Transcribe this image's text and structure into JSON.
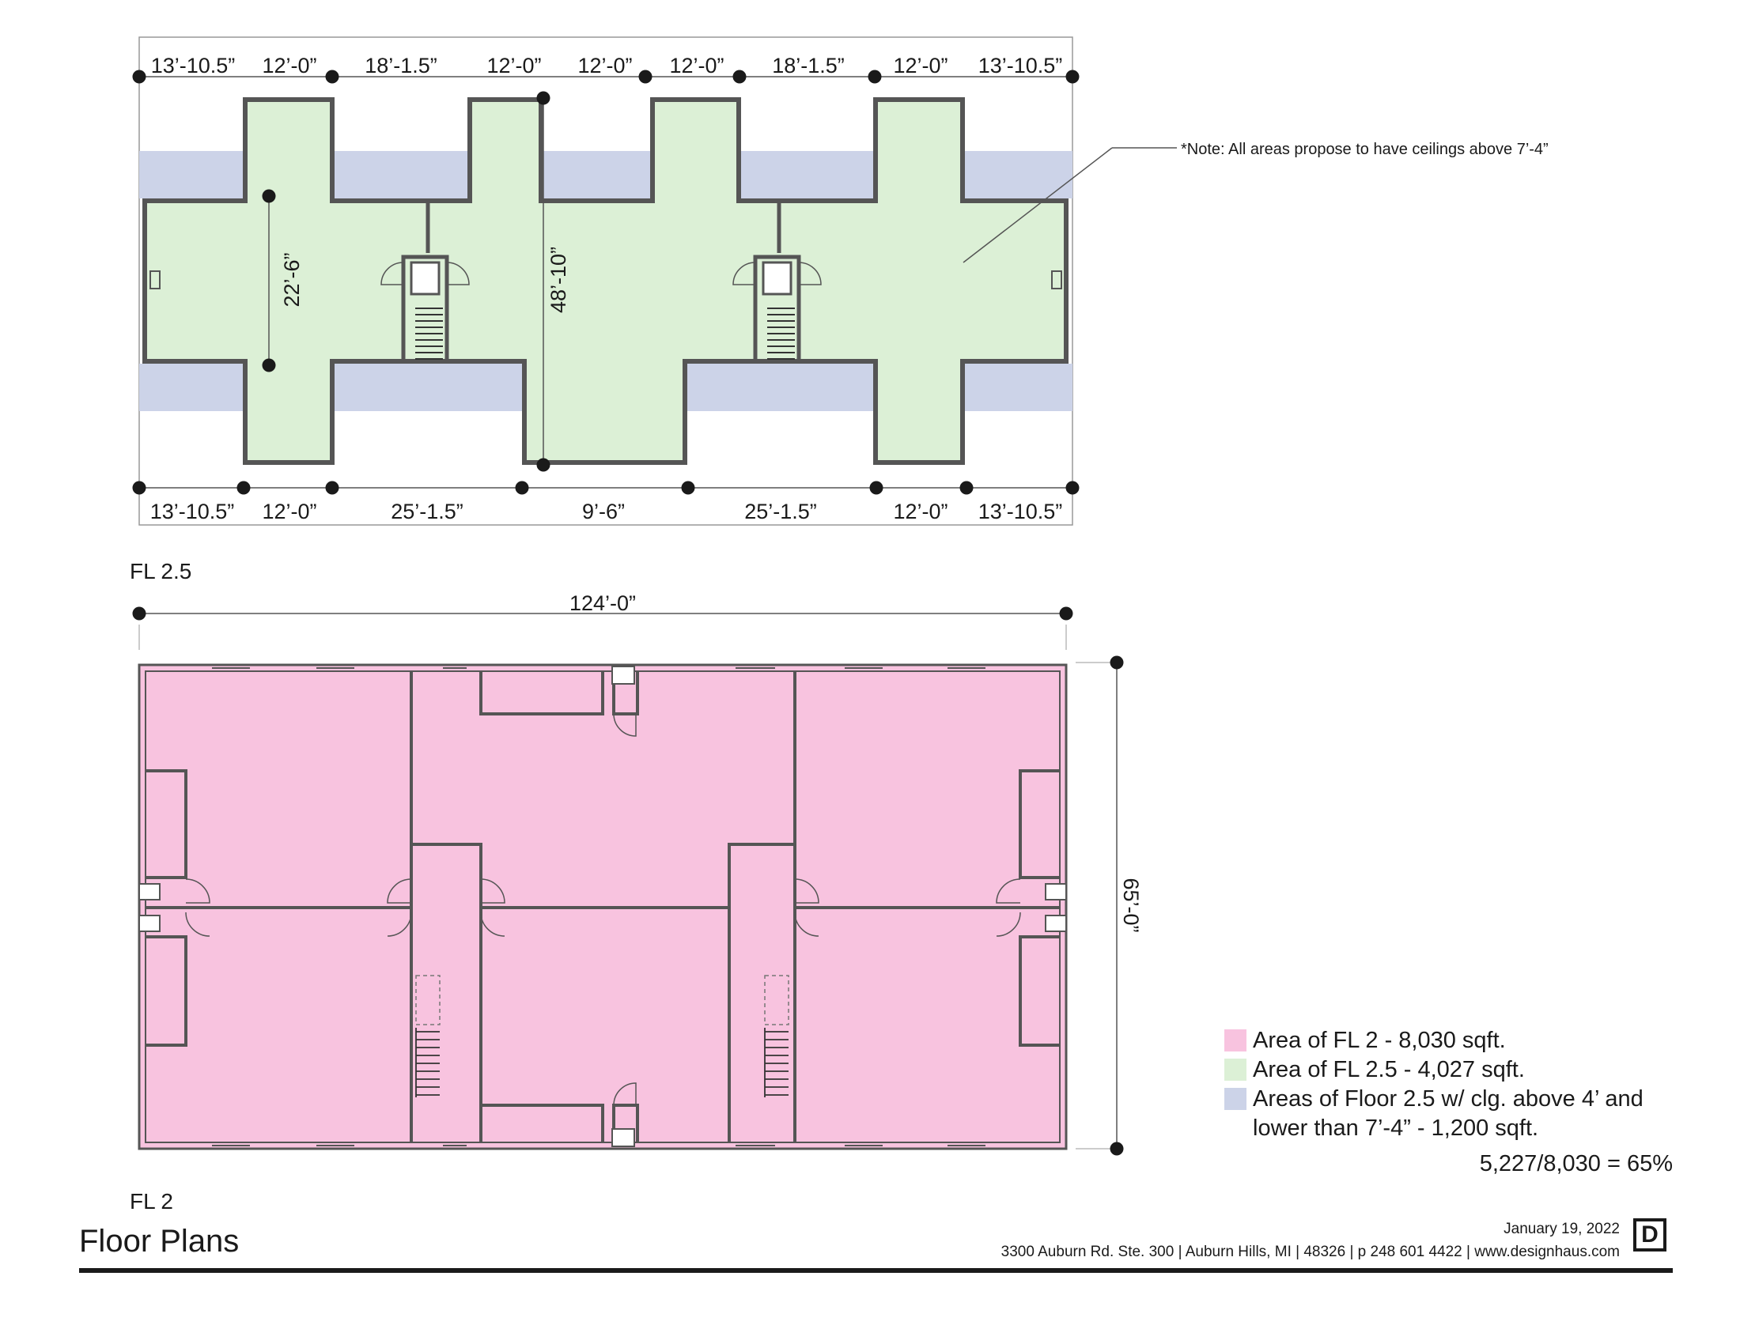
{
  "colors": {
    "fl2": "#f8c3df",
    "fl25": "#dcf0d6",
    "low_ceiling": "#ccd3e8",
    "wall": "#555555",
    "line": "#1a1a1a"
  },
  "fl25": {
    "label": "FL 2.5",
    "top_dims": [
      "13’-10.5”",
      "12’-0”",
      "18’-1.5”",
      "12’-0”",
      "12’-0”",
      "12’-0”",
      "18’-1.5”",
      "12’-0”",
      "13’-10.5”"
    ],
    "bottom_dims": [
      "13’-10.5”",
      "12’-0”",
      "25’-1.5”",
      "9’-6”",
      "25’-1.5”",
      "12’-0”",
      "13’-10.5”"
    ],
    "dim_left": "22’-6”",
    "dim_center": "48’-10”",
    "note": "*Note: All areas propose to have ceilings above 7’-4”"
  },
  "fl2": {
    "label": "FL 2",
    "dim_width": "124’-0”",
    "dim_height": "65’-0”"
  },
  "legend": [
    {
      "color": "#f8c3df",
      "text": "Area of FL 2 - 8,030 sqft."
    },
    {
      "color": "#dcf0d6",
      "text": "Area of FL 2.5 - 4,027 sqft."
    },
    {
      "color": "#ccd3e8",
      "text": "Areas of Floor 2.5 w/ clg. above 4’ and lower than 7’-4” - 1,200 sqft."
    }
  ],
  "ratio": "5,227/8,030 = 65%",
  "footer": {
    "title": "Floor Plans",
    "date": "January 19, 2022",
    "address": "3300 Auburn Rd. Ste. 300 | Auburn Hills, MI | 48326 | p 248 601 4422 | www.designhaus.com",
    "logo": "D"
  }
}
